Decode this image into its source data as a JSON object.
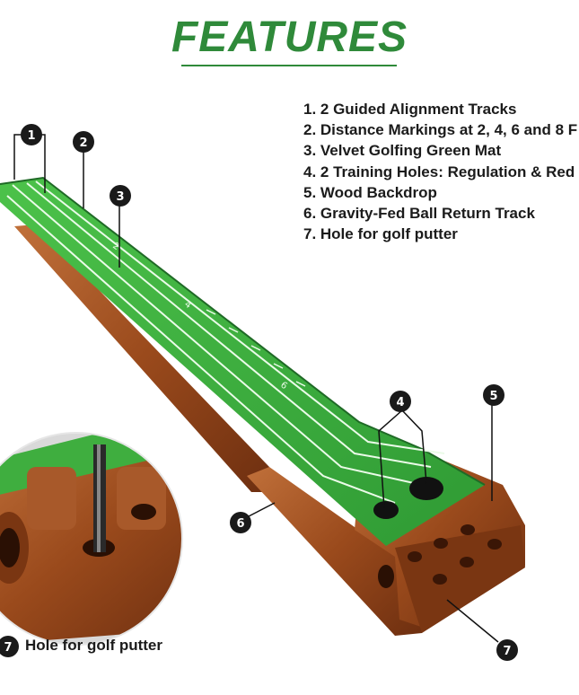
{
  "title": "FEATURES",
  "features": [
    "1. 2 Guided Alignment Tracks",
    "2. Distance Markings at 2, 4, 6 and 8 F",
    "3. Velvet Golfing Green Mat",
    "4. 2 Training Holes: Regulation & Red",
    "5. Wood Backdrop",
    "6. Gravity-Fed Ball Return Track",
    "7. Hole for golf putter"
  ],
  "callouts": {
    "n1": "1",
    "n2": "2",
    "n3": "3",
    "n4": "4",
    "n5": "5",
    "n6": "6",
    "n7": "7",
    "n7_inset": "7"
  },
  "mat_markings": [
    "2",
    "4",
    "6"
  ],
  "inset_caption": "Hole for golf putter",
  "colors": {
    "title_green": "#2f8a3a",
    "mat_green": "#3fae3f",
    "wood": "#9a4a1c",
    "badge": "#1a1a1a"
  }
}
